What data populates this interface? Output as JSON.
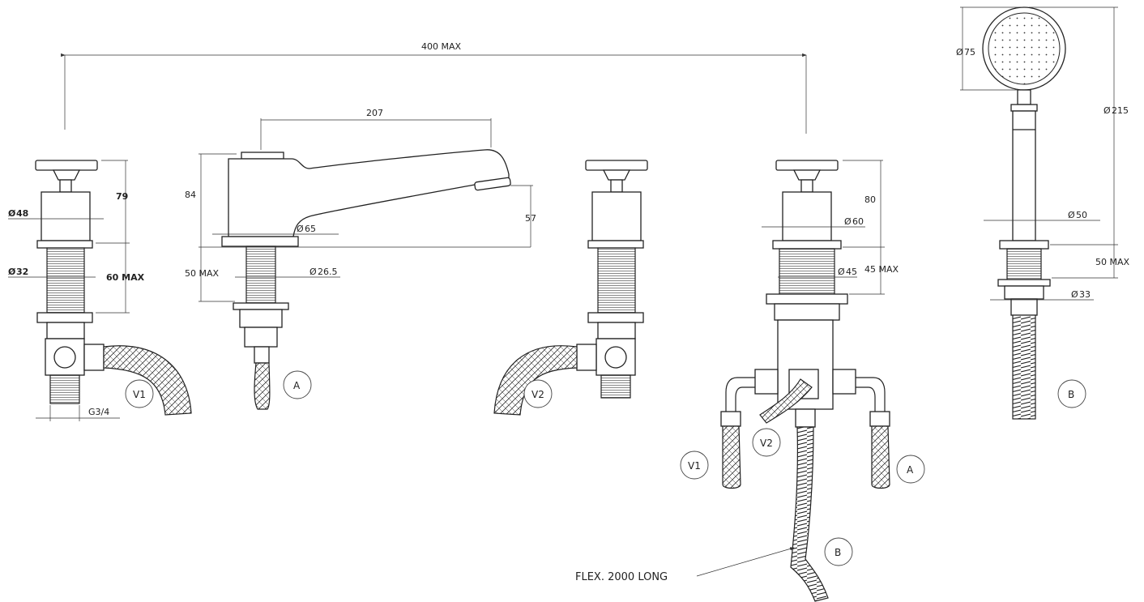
{
  "dimensions": {
    "overall_width": "400 MAX",
    "spout_reach": "207",
    "spout_height": "84",
    "spout_outlet_height": "57",
    "spout_base_dia": "65",
    "spout_tail_dia": "26.5",
    "spout_deck": "50 MAX",
    "valve1_height": "79",
    "valve1_body_dia": "48",
    "valve1_shank_dia": "32",
    "valve1_deck": "60 MAX",
    "valve1_connection": "G3/4",
    "diverter_height": "80",
    "diverter_body_dia": "60",
    "diverter_shank_dia": "45",
    "diverter_deck": "45 MAX",
    "handset_dia": "75",
    "handset_length": "215",
    "handset_base_dia": "50",
    "handset_tail_dia": "33",
    "handset_deck": "50 MAX"
  },
  "symbols": {
    "diameter": "Ø"
  },
  "callouts": {
    "v1": "V1",
    "v2": "V2",
    "a": "A",
    "b": "B"
  },
  "notes": {
    "flex_hose": "FLEX. 2000 LONG"
  }
}
